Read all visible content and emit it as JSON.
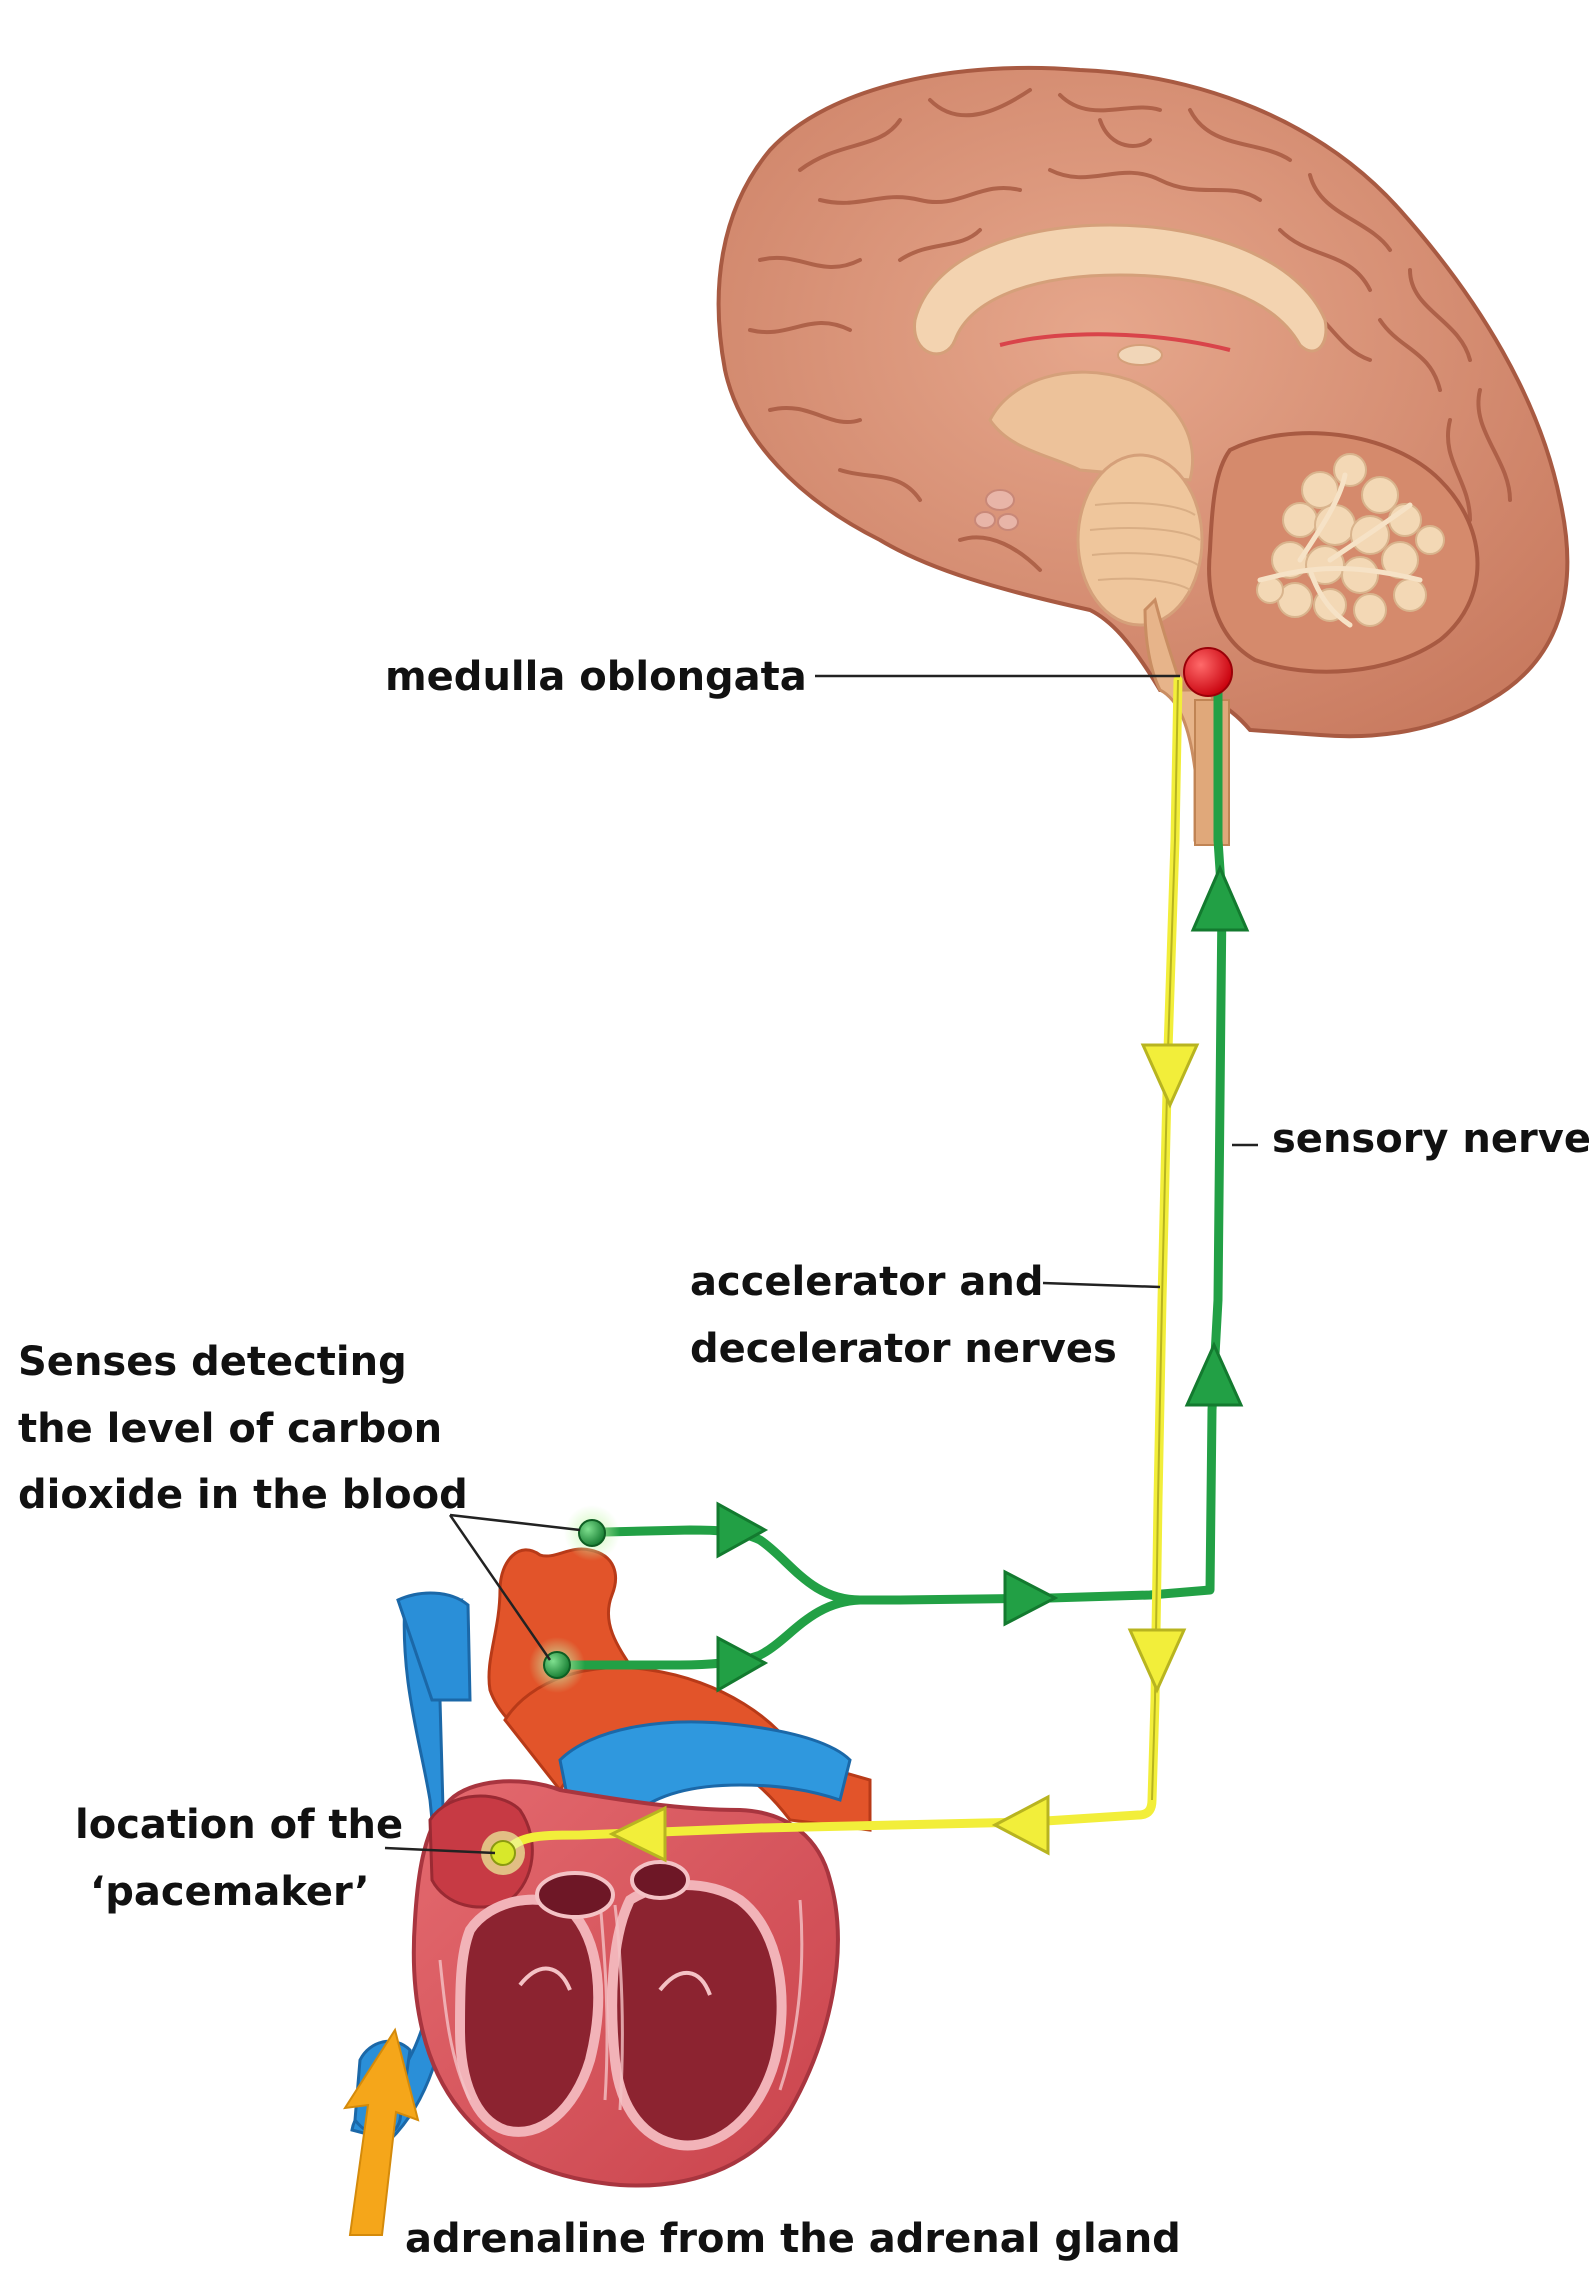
{
  "labels": {
    "medulla": "medulla oblongata",
    "sensory_nerve": "sensory nerve",
    "acc_line1": "accelerator and",
    "acc_line2": "decelerator nerves",
    "senses_line1": "Senses detecting",
    "senses_line2": "the level of carbon",
    "senses_line3": "dioxide in the blood",
    "pacemaker_line1": "location of the",
    "pacemaker_line2": "‘pacemaker’",
    "adrenaline": "adrenaline from the adrenal gland"
  },
  "colors": {
    "sensory_nerve": "#22a045",
    "motor_nerve": "#f2ee3a",
    "medulla_dot": "#e8141c",
    "adrenaline_arrow": "#f5a61a",
    "brain": "#d98a6f",
    "vein": "#2a8fd8",
    "artery": "#e2542a",
    "heart": "#d9505a"
  }
}
